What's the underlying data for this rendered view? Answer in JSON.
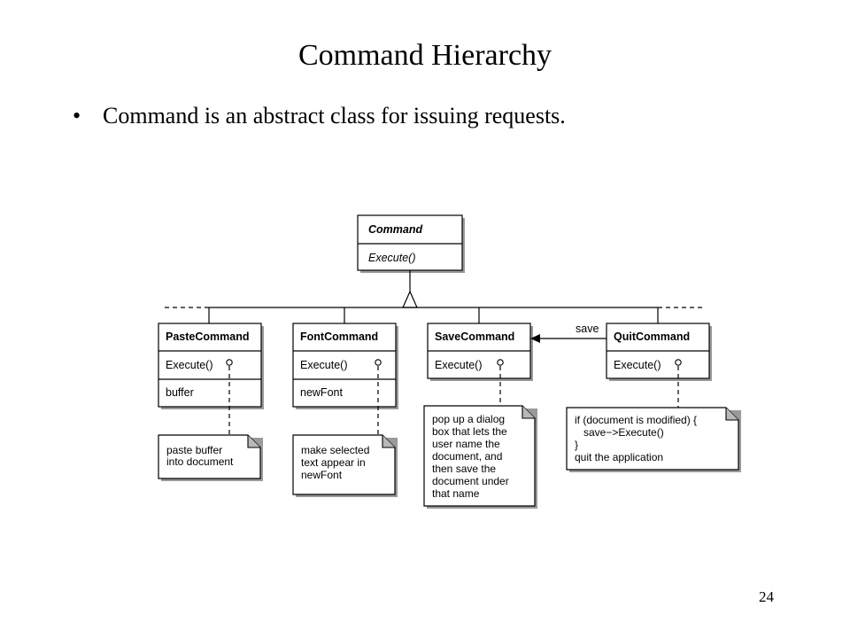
{
  "title": "Command Hierarchy",
  "bullet": {
    "marker": "•",
    "text": "Command is an abstract class for issuing requests."
  },
  "page_number": "24",
  "diagram": {
    "base_class": {
      "name": "Command",
      "operation": "Execute()"
    },
    "subclasses": [
      {
        "name": "PasteCommand",
        "operation": "Execute()",
        "attribute": "buffer"
      },
      {
        "name": "FontCommand",
        "operation": "Execute()",
        "attribute": "newFont"
      },
      {
        "name": "SaveCommand",
        "operation": "Execute()"
      },
      {
        "name": "QuitCommand",
        "operation": "Execute()"
      }
    ],
    "association_label": "save",
    "notes": {
      "paste": [
        "paste buffer",
        "into document"
      ],
      "font": [
        "make selected",
        "text appear in",
        "newFont"
      ],
      "save": [
        "pop up a dialog",
        "box that lets the",
        "user name the",
        "document, and",
        "then save the",
        "document under",
        "that name"
      ],
      "quit": [
        "if (document is modified) {",
        "   save−>Execute()",
        "}",
        "quit the application"
      ]
    }
  }
}
